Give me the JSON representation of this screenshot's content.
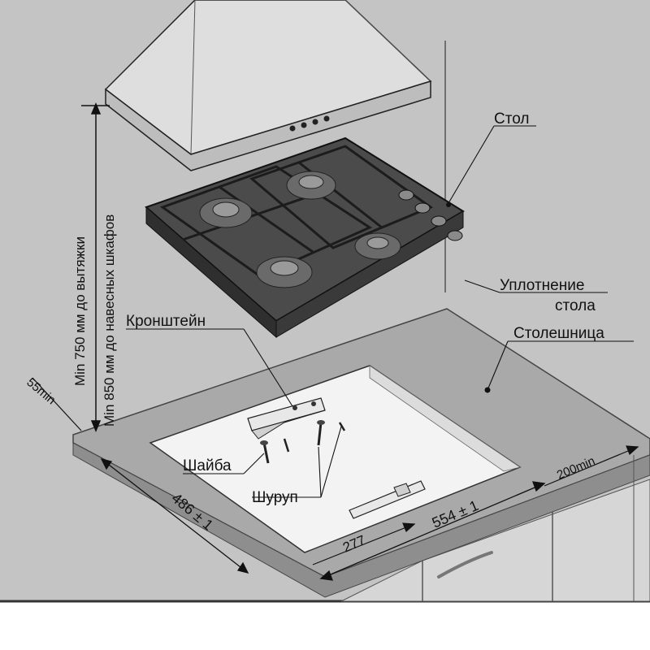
{
  "labels": {
    "table": "Стол",
    "table_seal_line1": "Уплотнение",
    "table_seal_line2": "стола",
    "countertop": "Столешница",
    "bracket": "Кронштейн",
    "washer": "Шайба",
    "screw": "Шуруп"
  },
  "dimensions": {
    "min_hood": "Min 750 мм до вытяжки",
    "min_cabinets": "Min 850 мм до навесных шкафов",
    "edge_min": "55min",
    "side_min": "200min",
    "cutout_depth": "486 ± 1",
    "cutout_width": "554 ± 1",
    "bracket_offset": "277"
  },
  "colors": {
    "background": "#bcbcbc",
    "wall": "#c9c9c9",
    "countertop": "#a8a8a8",
    "hob_glass": "#4a4a4a",
    "cutout": "#f4f4f4",
    "line": "#222222"
  }
}
